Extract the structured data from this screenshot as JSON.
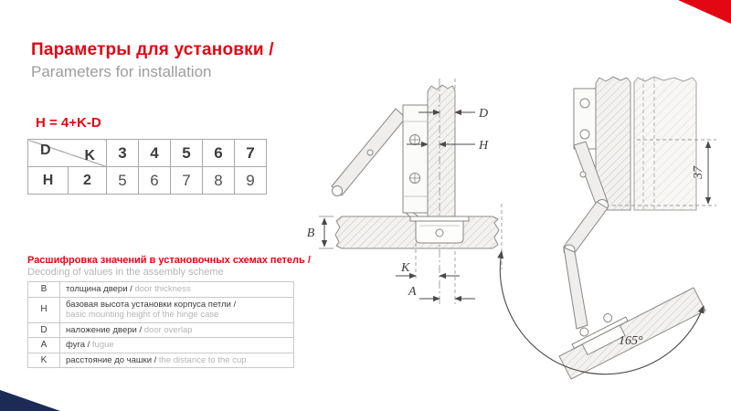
{
  "page": {
    "title_ru": "Параметры для установки /",
    "title_en": "Parameters for installation",
    "formula": "H = 4+K-D"
  },
  "param_table": {
    "diag_row_label": "D",
    "diag_col_label": "K",
    "k_values": [
      "3",
      "4",
      "5",
      "6",
      "7"
    ],
    "h_label": "H",
    "h_first": "2",
    "h_values": [
      "5",
      "6",
      "7",
      "8",
      "9"
    ]
  },
  "decode": {
    "heading_ru": "Расшифровка значений в установочных схемах петель /",
    "heading_en": "Decoding of values in the assembly scheme",
    "rows": [
      {
        "key": "B",
        "ru": "толщина двери /",
        "en": "door thickness"
      },
      {
        "key": "H",
        "ru": "базовая высота установки корпуса петли /",
        "en": "basic mounting height of the hinge case"
      },
      {
        "key": "D",
        "ru": "наложение двери /",
        "en": "door overlap"
      },
      {
        "key": "A",
        "ru": "фуга /",
        "en": "fugue"
      },
      {
        "key": "K",
        "ru": "расстояние до чашки /",
        "en": "the distance to the cup"
      }
    ]
  },
  "diagram": {
    "dim_d": "D",
    "dim_h": "H",
    "dim_b": "B",
    "dim_k": "K",
    "dim_a": "A",
    "dim_37": "37",
    "angle": "165°"
  },
  "colors": {
    "accent_red": "#e30613",
    "text_gray": "#9d9d9c",
    "corner_navy": "#1c2a56"
  }
}
